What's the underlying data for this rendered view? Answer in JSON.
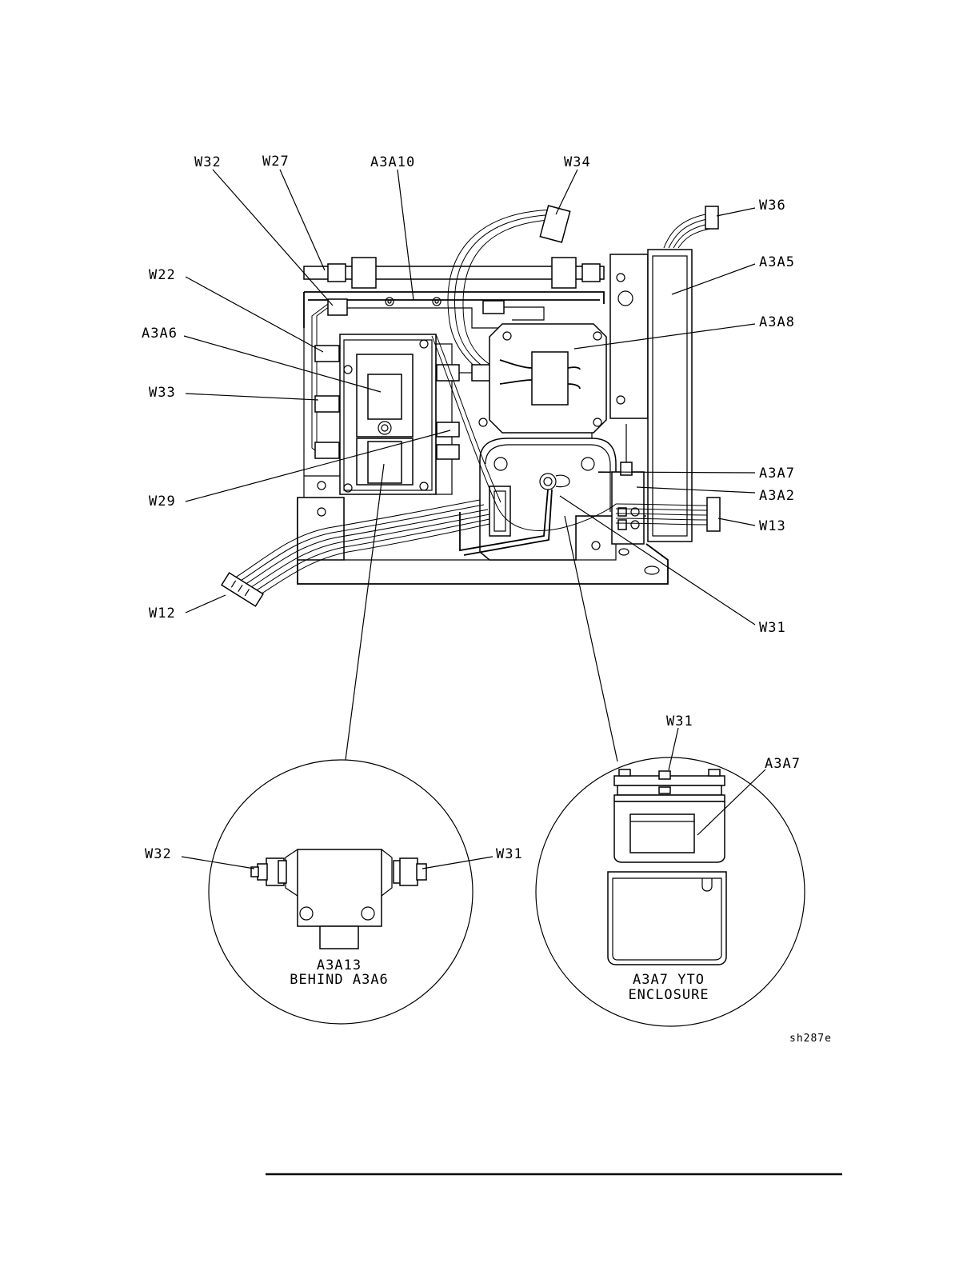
{
  "labels": {
    "w32": "W32",
    "w27": "W27",
    "a3a10": "A3A10",
    "w34": "W34",
    "w36": "W36",
    "a3a5": "A3A5",
    "w22": "W22",
    "a3a8": "A3A8",
    "a3a6": "A3A6",
    "w33": "W33",
    "w29": "W29",
    "a3a7": "A3A7",
    "a3a2": "A3A2",
    "w13": "W13",
    "w12": "W12",
    "w31": "W31"
  },
  "detail_left": {
    "w32": "W32",
    "w31": "W31",
    "caption_line1": "A3A13",
    "caption_line2": "BEHIND A3A6"
  },
  "detail_right": {
    "w31": "W31",
    "a3a7": "A3A7",
    "caption_line1": "A3A7 YTO",
    "caption_line2": "ENCLOSURE"
  },
  "figure_id": "sh287e"
}
